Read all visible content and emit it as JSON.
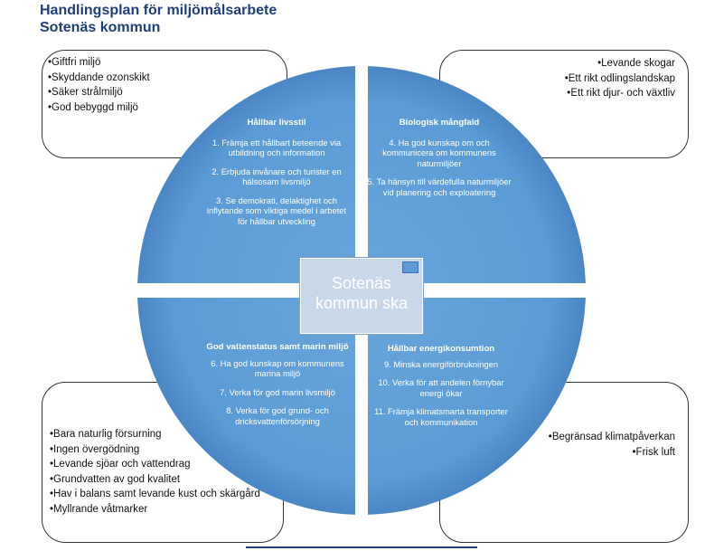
{
  "title": {
    "line1": "Handlingsplan för miljömålsarbete",
    "line2": "Sotenäs kommun"
  },
  "colors": {
    "title": "#1f3e7a",
    "circle_fill": "#5b9bd5",
    "circle_edge": "#4a86c4",
    "divider": "#ffffff",
    "center_box": "#c9d7ea"
  },
  "center": {
    "label_line1": "Sotenäs",
    "label_line2": "kommun ska"
  },
  "quadrants": {
    "top_left": {
      "title": "Hållbar livsstil",
      "items": [
        "1. Främja ett hållbart beteende via utbildning och information",
        "2. Erbjuda invånare och turister en hälsosam livsmiljö",
        "3. Se demokrati, delaktighet och inflytande som viktiga medel i arbetet för hållbar utveckling"
      ]
    },
    "top_right": {
      "title": "Biologisk mångfald",
      "items": [
        "4. Ha god kunskap om och kommunicera om kommunens naturmiljöer",
        "5. Ta hänsyn till värdefulla naturmiljöer vid planering och exploatering"
      ]
    },
    "bottom_left": {
      "title": "God vattenstatus samt marin miljö",
      "items": [
        "6. Ha god kunskap om kommunens marina miljö",
        "7. Verka för god marin livsmiljö",
        "8. Verka för god grund- och dricksvattenförsörjning"
      ]
    },
    "bottom_right": {
      "title": "Hållbar energikonsumtion",
      "items": [
        "9. Minska energiförbrukningen",
        "10. Verka för att andelen förnybar energi ökar",
        "11. Främja klimatsmarta transporter och kommunikation"
      ]
    }
  },
  "boxes": {
    "top_left": [
      "Giftfri miljö",
      "Skyddande ozonskikt",
      "Säker strålmiljö",
      "God bebyggd miljö"
    ],
    "top_right": [
      "Levande skogar",
      "Ett rikt odlingslandskap",
      "Ett rikt djur- och växtliv"
    ],
    "bottom_left": [
      "Bara naturlig försurning",
      "Ingen övergödning",
      "Levande sjöar och vattendrag",
      "Grundvatten av god kvalitet",
      "Hav i balans samt levande kust och skärgård",
      "Myllrande våtmarker"
    ],
    "bottom_right": [
      "Begränsad klimatpåverkan",
      "Frisk luft"
    ]
  }
}
